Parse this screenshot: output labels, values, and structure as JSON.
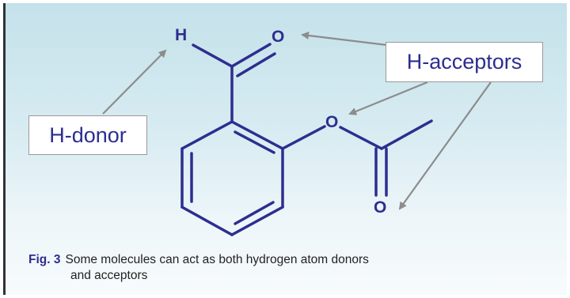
{
  "labels": {
    "donor": "H-donor",
    "acceptors": "H-acceptors"
  },
  "atoms": {
    "hydrogen": "H",
    "carbonyl_oxygen": "O",
    "ester_oxygen": "O",
    "acetyl_oxygen": "O"
  },
  "caption": {
    "figure_number": "Fig. 3",
    "line1": "Some molecules can act as both hydrogen atom donors",
    "line2": "and acceptors"
  },
  "colors": {
    "molecule": "#2d2e8f",
    "arrows": "#8c8c8c",
    "background_top": "#c4e1ea",
    "background_bottom": "#f7fbfc"
  }
}
